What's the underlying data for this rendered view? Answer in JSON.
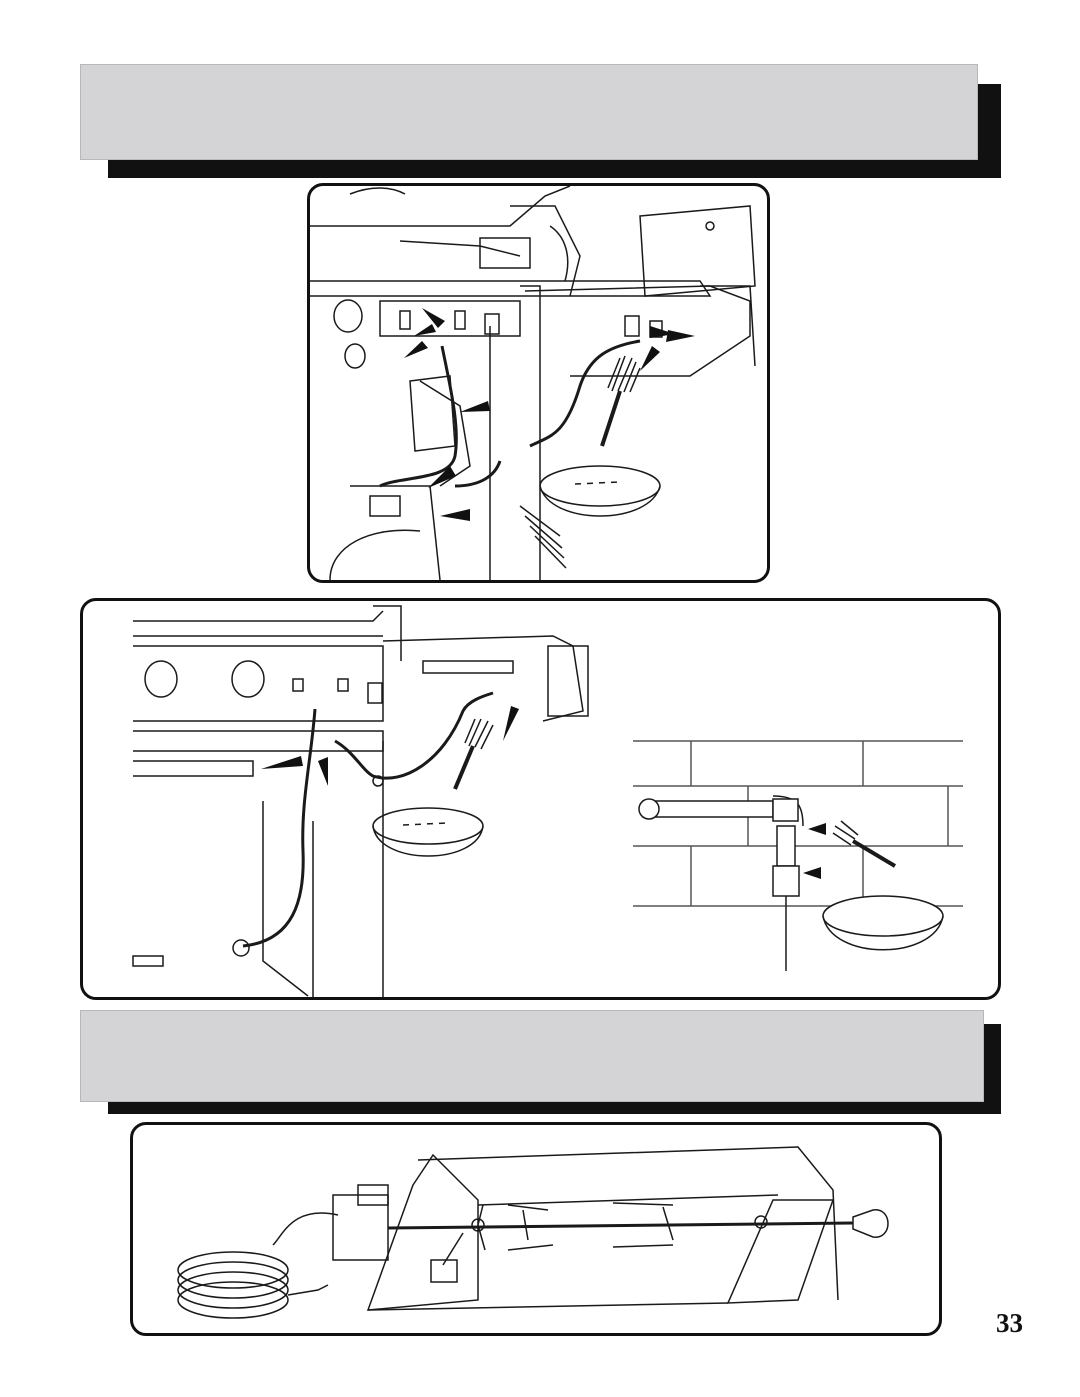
{
  "page": {
    "page_number": "33"
  },
  "colors": {
    "banner_fill": "#d4d4d6",
    "banner_shadow": "#111111",
    "line_art": "#1a1a1a",
    "background": "#ffffff"
  },
  "figures": [
    {
      "id": "grill-side-burner-leak-check",
      "arrow_count": 9,
      "icons": [
        "arrow-icon",
        "brush-icon",
        "pan-icon",
        "tank-icon"
      ]
    },
    {
      "id": "grill-hose-leak-check",
      "arrow_count": 3,
      "icons": [
        "arrow-icon",
        "brush-icon",
        "pan-icon"
      ]
    },
    {
      "id": "wall-gas-line-leak-check",
      "arrow_count": 2,
      "icons": [
        "arrow-icon",
        "brush-icon",
        "pan-icon"
      ]
    },
    {
      "id": "rotisserie-assembly",
      "icons": [
        "motor-icon",
        "spit-rod-icon",
        "forks-icon",
        "counterweight-icon",
        "power-cord-icon"
      ]
    }
  ]
}
